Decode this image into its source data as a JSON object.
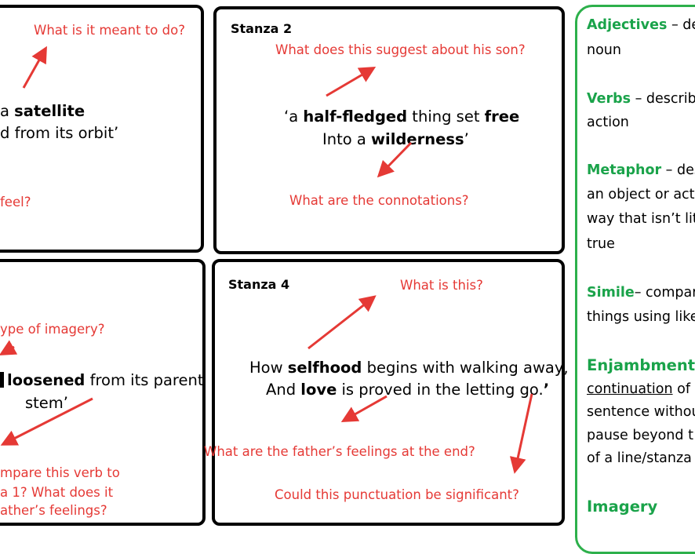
{
  "panel1": {
    "q_top": "What is it meant to do?",
    "quote_l1_pre": "a ",
    "quote_l1_bold": "satellite",
    "quote_l2": "d from its orbit’",
    "q_bottom": "feel?"
  },
  "panel2": {
    "heading": "Stanza 2",
    "q_top": "What does this suggest about his son?",
    "q1": "‘a ",
    "b1": "half-fledged",
    "q2": " thing set ",
    "b2": "free",
    "l2a": "Into a ",
    "b3": "wilderness",
    "l2b": "’",
    "q_bottom": "What are the connotations?"
  },
  "panel3": {
    "q_top": "ype of imagery?",
    "quote_bold": "loosened",
    "quote_rest": " from its parent",
    "quote_l2": "stem’",
    "q_b1": "mpare this verb to",
    "q_b2": "a 1? What does it",
    "q_b3": "ather’s feelings?"
  },
  "panel4": {
    "heading": "Stanza 4",
    "q_top": "What is this?",
    "l1a": "How ",
    "b1": "selfhood",
    "l1b": " begins with walking away,",
    "l2a": "And ",
    "b2": "love",
    "l2b": " is proved in the letting go.",
    "b3": "’",
    "q_mid": "What are the father’s feelings at the end?",
    "q_bottom": "Could this punctuation be significant?"
  },
  "glossary": {
    "adj_term": "Adjectives",
    "adj_def1": " – des",
    "adj_def2": "noun",
    "verb_term": "Verbs",
    "verb_def1": " –  describ",
    "verb_def2": "action",
    "met_term": "Metaphor",
    "met_def1": " – des",
    "met_def2": "an object or act",
    "met_def3": "way that isn’t lit",
    "met_def4": "true",
    "sim_term": "Simile",
    "sim_def1": "– compar",
    "sim_def2": "things using like",
    "enj_term": "Enjambment-",
    "enj_def1a": "continuation",
    "enj_def1b": " of",
    "enj_def2": "sentence withou",
    "enj_def3": "pause beyond t",
    "enj_def4": "of a line/stanza",
    "img_term": "Imagery"
  },
  "colors": {
    "annotation": "#e53935",
    "glossary_accent": "#1aa34a",
    "border": "#000000"
  }
}
